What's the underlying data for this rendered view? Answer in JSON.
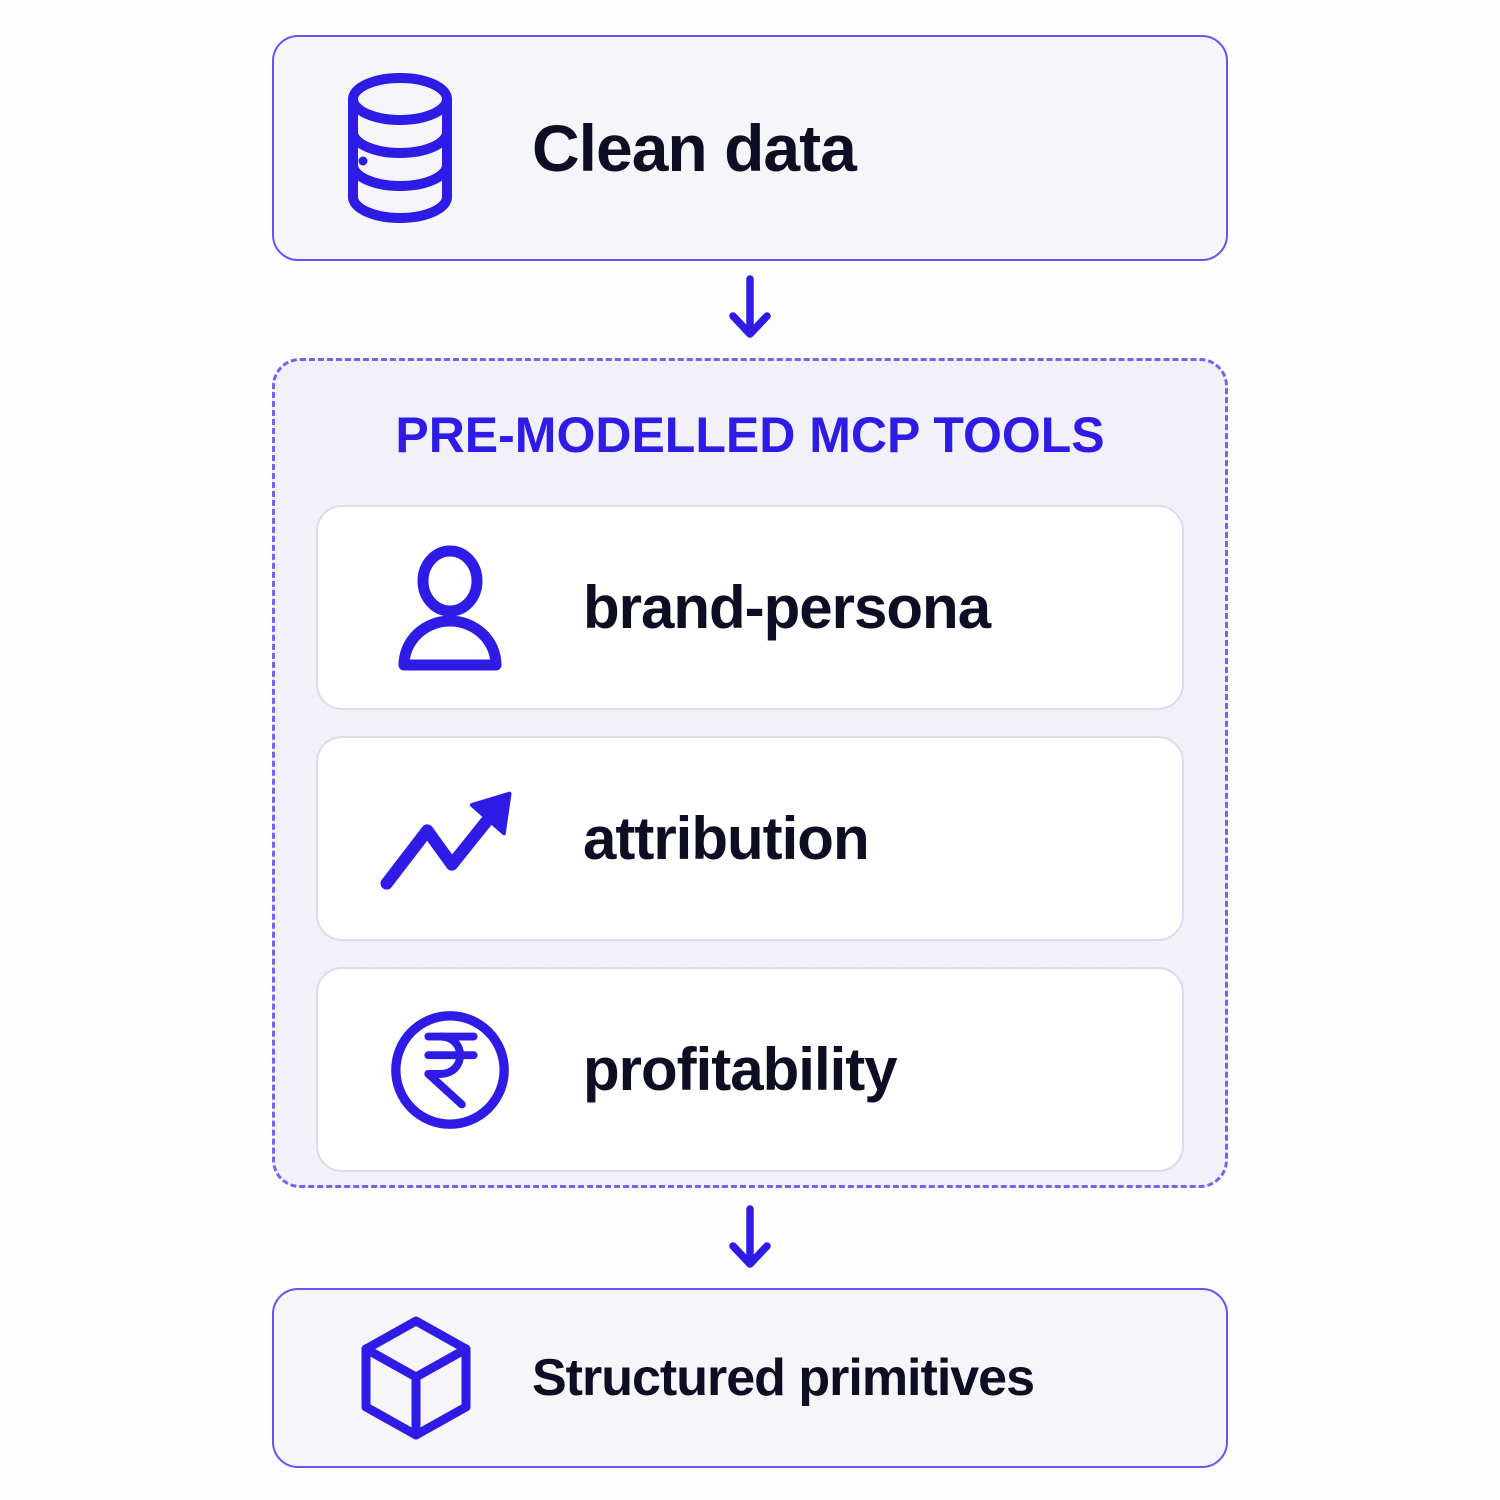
{
  "colors": {
    "accent": "#2E1CE6",
    "solid_box_border": "#6C50F0",
    "dashed_group_border": "#7A60F0",
    "dark_text": "#0D0D23",
    "box_fill": "#F6F5F9",
    "group_fill": "#F2F1F9",
    "card_fill": "#FFFFFF",
    "card_border": "#DDDAEE"
  },
  "flow": {
    "source": {
      "label": "Clean data",
      "icon": "database-icon"
    },
    "connector": {
      "icon": "down-arrow-icon"
    },
    "tools_group": {
      "title": "PRE-MODELLED MCP TOOLS",
      "items": [
        {
          "label": "brand-persona",
          "icon": "user-icon"
        },
        {
          "label": "attribution",
          "icon": "trending-up-icon"
        },
        {
          "label": "profitability",
          "icon": "rupee-coin-icon"
        }
      ]
    },
    "output": {
      "label": "Structured primitives",
      "icon": "cube-icon"
    }
  }
}
